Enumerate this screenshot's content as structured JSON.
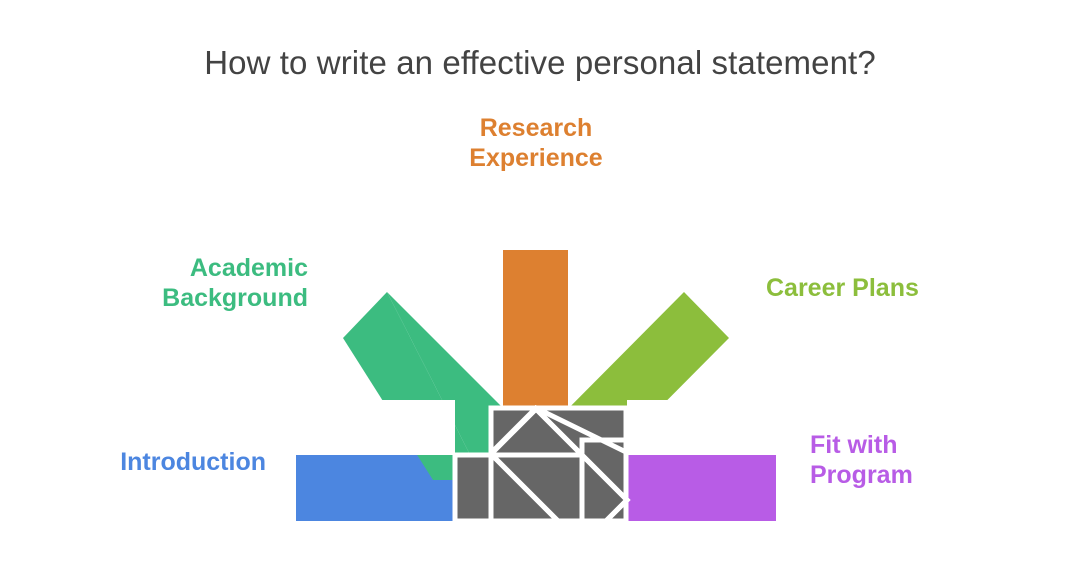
{
  "slide": {
    "title": "How to write an effective personal statement?",
    "background_color": "#ffffff",
    "title_color": "#434343"
  },
  "labels": {
    "research": "Research\nExperience",
    "academic": "Academic\nBackground",
    "career": "Career Plans",
    "introduction": "Introduction",
    "fit": "Fit with\nProgram"
  },
  "chart_data": {
    "type": "diagram",
    "title": "How to write an effective personal statement?",
    "subtype": "pinwheel-shutter-radial",
    "hub_color": "#666666",
    "gap_color": "#ffffff",
    "segments": [
      {
        "id": "introduction",
        "label": "Introduction",
        "color": "#4C86E0",
        "arm": "left-horizontal",
        "angle_deg": 180,
        "label_color": "#4C86E0",
        "label_position": "left"
      },
      {
        "id": "academic-background",
        "label": "Academic Background",
        "color": "#3CBC80",
        "arm": "upper-left-diagonal",
        "angle_deg": 135,
        "label_color": "#3CBC80",
        "label_position": "upper-left"
      },
      {
        "id": "research-experience",
        "label": "Research Experience",
        "color": "#DD8030",
        "arm": "vertical",
        "angle_deg": 90,
        "label_color": "#DD8030",
        "label_position": "top"
      },
      {
        "id": "career-plans",
        "label": "Career Plans",
        "color": "#8CBE3C",
        "arm": "upper-right-diagonal",
        "angle_deg": 45,
        "label_color": "#8CBE3C",
        "label_position": "upper-right"
      },
      {
        "id": "fit-with-program",
        "label": "Fit with Program",
        "color": "#B85CE6",
        "arm": "right-horizontal",
        "angle_deg": 0,
        "label_color": "#B85CE6",
        "label_position": "right"
      }
    ]
  }
}
